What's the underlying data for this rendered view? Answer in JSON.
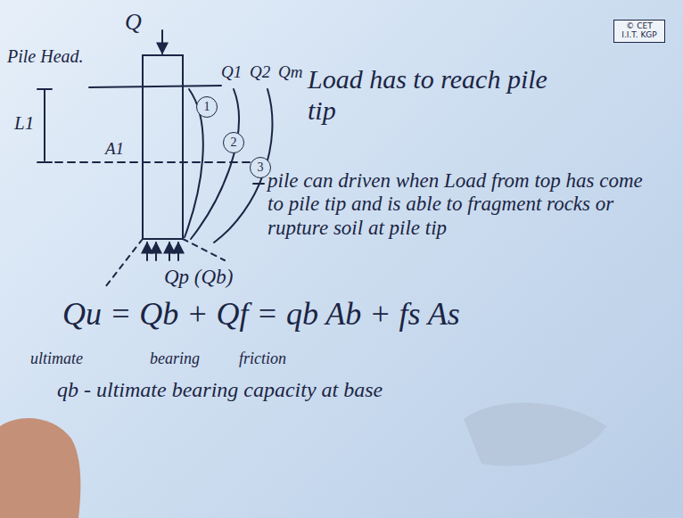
{
  "diagram": {
    "nodes": [
      {
        "text": [
          "© CET I.I.T. KGP"
        ]
      },
      {
        "text": [
          "1"
        ]
      },
      {
        "text": [
          "2"
        ]
      },
      {
        "text": [
          "3"
        ]
      }
    ],
    "labels": [
      "Pile Head.",
      "Q",
      "Q1",
      "Q2",
      "Qm",
      "Load has to reach pile tip",
      "L1",
      "A1",
      "pile can driven when Load from top has come to pile tip and is able to fragment rocks or rupture soil at pile tip",
      "Qp (Qb)",
      "Qu = Qb + Qf = qb Ab + fs As",
      "ultimate",
      "bearing",
      "friction",
      "qb - ultimate bearing capacity at base"
    ]
  }
}
